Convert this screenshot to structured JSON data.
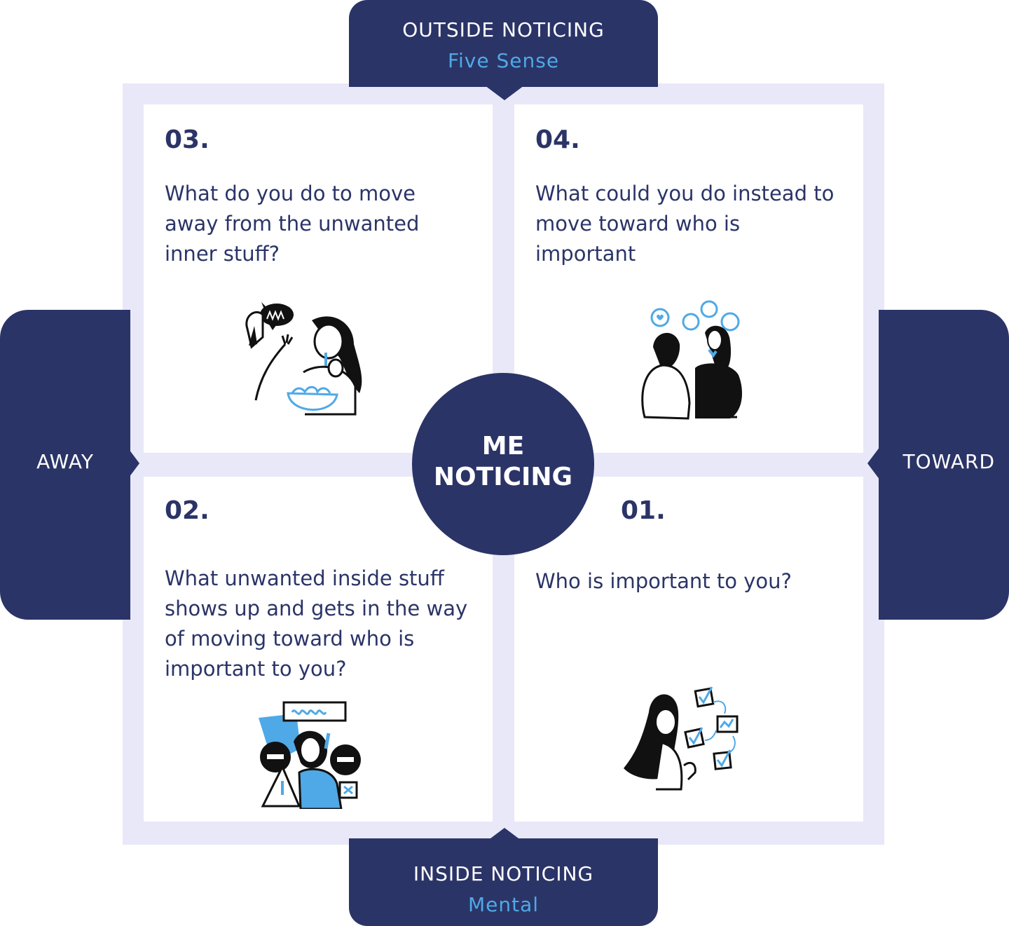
{
  "top": {
    "title": "OUTSIDE NOTICING",
    "subtitle": "Five Sense"
  },
  "bottom": {
    "title": "INSIDE NOTICING",
    "subtitle": "Mental"
  },
  "left": {
    "title": "AWAY"
  },
  "right": {
    "title": "TOWARD"
  },
  "center": {
    "line1": "ME",
    "line2": "NOTICING"
  },
  "cards": {
    "c03": {
      "number": "03.",
      "question": "What do you do to move away from the unwanted inner stuff?",
      "illustration": "woman-eating-illustration"
    },
    "c04": {
      "number": "04.",
      "question": "What could you do instead to move toward who is important",
      "illustration": "friends-talking-illustration"
    },
    "c02": {
      "number": "02.",
      "question": "What unwanted inside stuff shows up and gets in the way of moving toward who is important to you?",
      "illustration": "overwhelmed-person-illustration"
    },
    "c01": {
      "number": "01.",
      "question": "Who is important to you?",
      "illustration": "woman-checklist-illustration"
    }
  },
  "colors": {
    "navy": "#2b3467",
    "frame": "#e8e8f8",
    "accent": "#4fa9e6"
  }
}
